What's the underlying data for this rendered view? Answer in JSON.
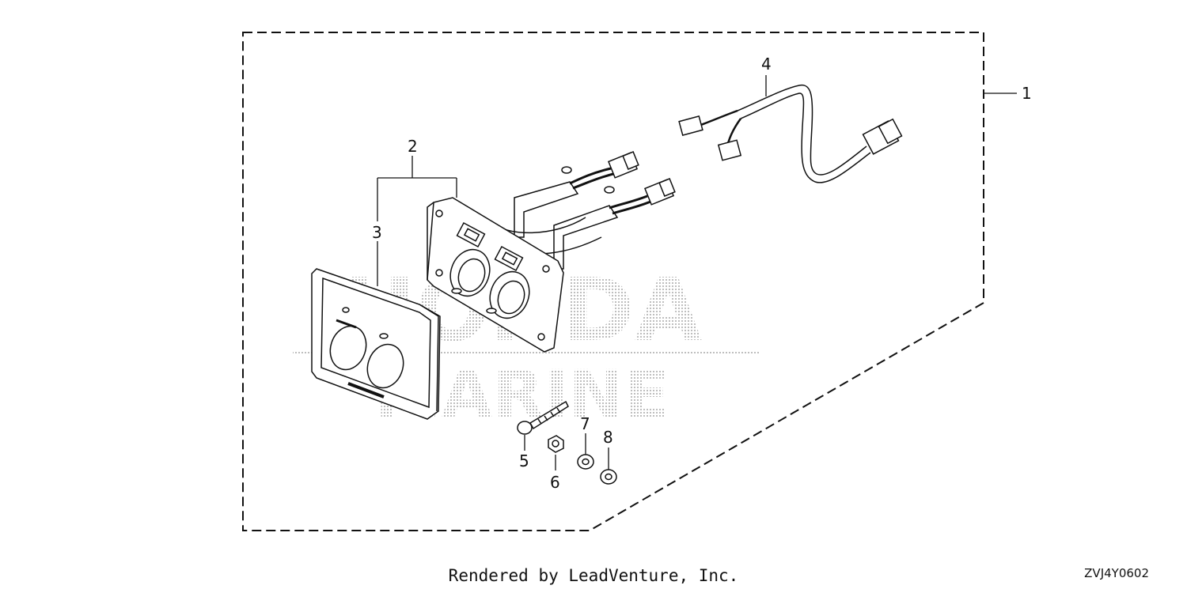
{
  "callouts": {
    "c1": "1",
    "c2": "2",
    "c3": "3",
    "c4": "4",
    "c5": "5",
    "c6": "6",
    "c7": "7",
    "c8": "8"
  },
  "watermark": {
    "line1": "HONDA",
    "line2": "MARINE"
  },
  "footer": {
    "credit": "Rendered by LeadVenture, Inc.",
    "diagram_code": "ZVJ4Y0602"
  },
  "colors": {
    "ink": "#111111",
    "watermark": "#c8c8c8"
  }
}
